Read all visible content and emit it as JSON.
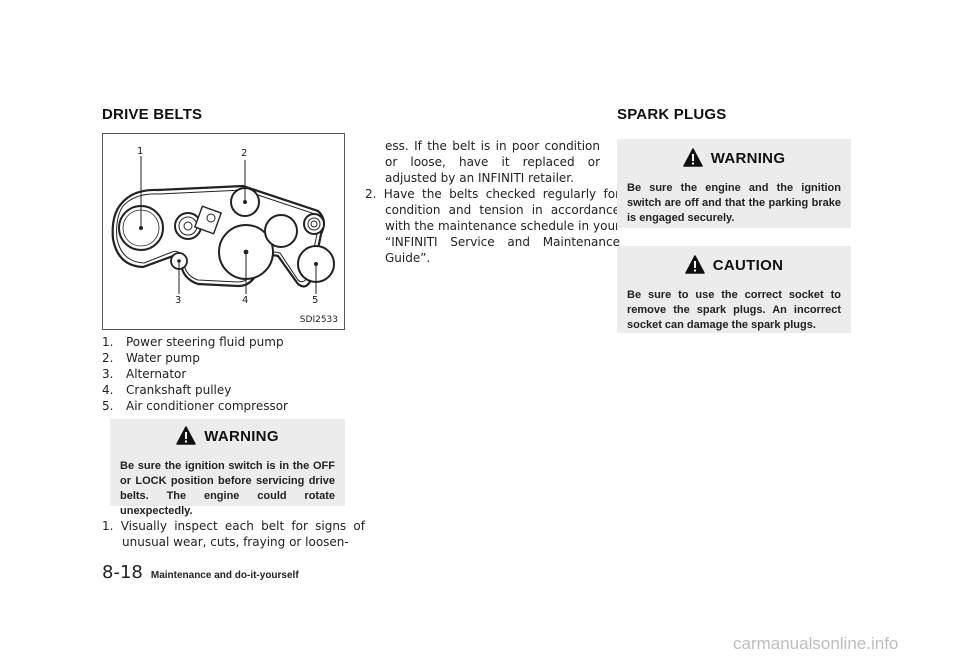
{
  "drive_belts": {
    "title": "DRIVE BELTS",
    "figure": {
      "code": "SDI2533",
      "callouts": [
        "1",
        "2",
        "3",
        "4",
        "5"
      ]
    },
    "legend": [
      {
        "num": "1.",
        "text": "Power steering fluid pump"
      },
      {
        "num": "2.",
        "text": "Water pump"
      },
      {
        "num": "3.",
        "text": "Alternator"
      },
      {
        "num": "4.",
        "text": "Crankshaft pulley"
      },
      {
        "num": "5.",
        "text": "Air conditioner compressor"
      }
    ],
    "warning": {
      "label": "WARNING",
      "text": "Be sure the ignition switch is in the OFF or LOCK position before servicing drive belts. The engine could rotate unexpectedly."
    },
    "steps": [
      {
        "text": "1. Visually inspect each belt for signs of unusual wear, cuts, fraying or loosen-"
      },
      {
        "text": "ess. If the belt is in poor condition or loose, have it replaced or adjusted by an INFINITI retailer."
      },
      {
        "text": "2. Have the belts checked regularly for condition and tension in accordance with the maintenance schedule in your “INFINITI Service and Maintenance Guide”."
      }
    ]
  },
  "spark_plugs": {
    "title": "SPARK PLUGS",
    "warning": {
      "label": "WARNING",
      "text": "Be sure the engine and the ignition switch are off and that the parking brake is engaged securely."
    },
    "caution": {
      "label": "CAUTION",
      "text": "Be sure to use the correct socket to remove the spark plugs. An incorrect socket can damage the spark plugs."
    }
  },
  "footer": {
    "page_number": "8-18",
    "section": "Maintenance and do-it-yourself"
  },
  "watermark": "carmanualsonline.info"
}
